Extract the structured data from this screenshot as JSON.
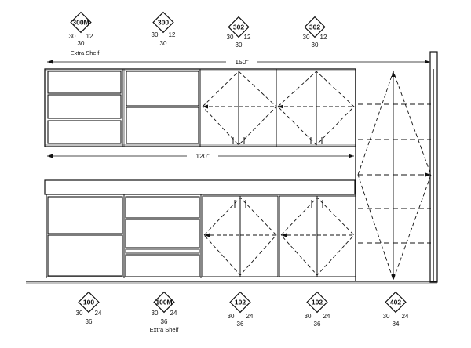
{
  "upper_dimension": "150\"",
  "lower_dimension": "120\"",
  "upper_tags": [
    {
      "code": "300M",
      "left": "30",
      "right": "12",
      "bottom": "30",
      "note": "Extra Shelf"
    },
    {
      "code": "300",
      "left": "30",
      "right": "12",
      "bottom": "30",
      "note": ""
    },
    {
      "code": "302",
      "left": "30",
      "right": "12",
      "bottom": "30",
      "note": ""
    },
    {
      "code": "302",
      "left": "30",
      "right": "12",
      "bottom": "30",
      "note": ""
    }
  ],
  "lower_tags": [
    {
      "code": "100",
      "left": "30",
      "right": "24",
      "bottom": "36",
      "note": ""
    },
    {
      "code": "100M",
      "left": "30",
      "right": "24",
      "bottom": "36",
      "note": "Extra Shelf"
    },
    {
      "code": "102",
      "left": "30",
      "right": "24",
      "bottom": "36",
      "note": ""
    },
    {
      "code": "102",
      "left": "30",
      "right": "24",
      "bottom": "36",
      "note": ""
    },
    {
      "code": "402",
      "left": "30",
      "right": "24",
      "bottom": "84",
      "note": ""
    }
  ],
  "colors": {
    "line": "#111111",
    "background": "#ffffff"
  }
}
